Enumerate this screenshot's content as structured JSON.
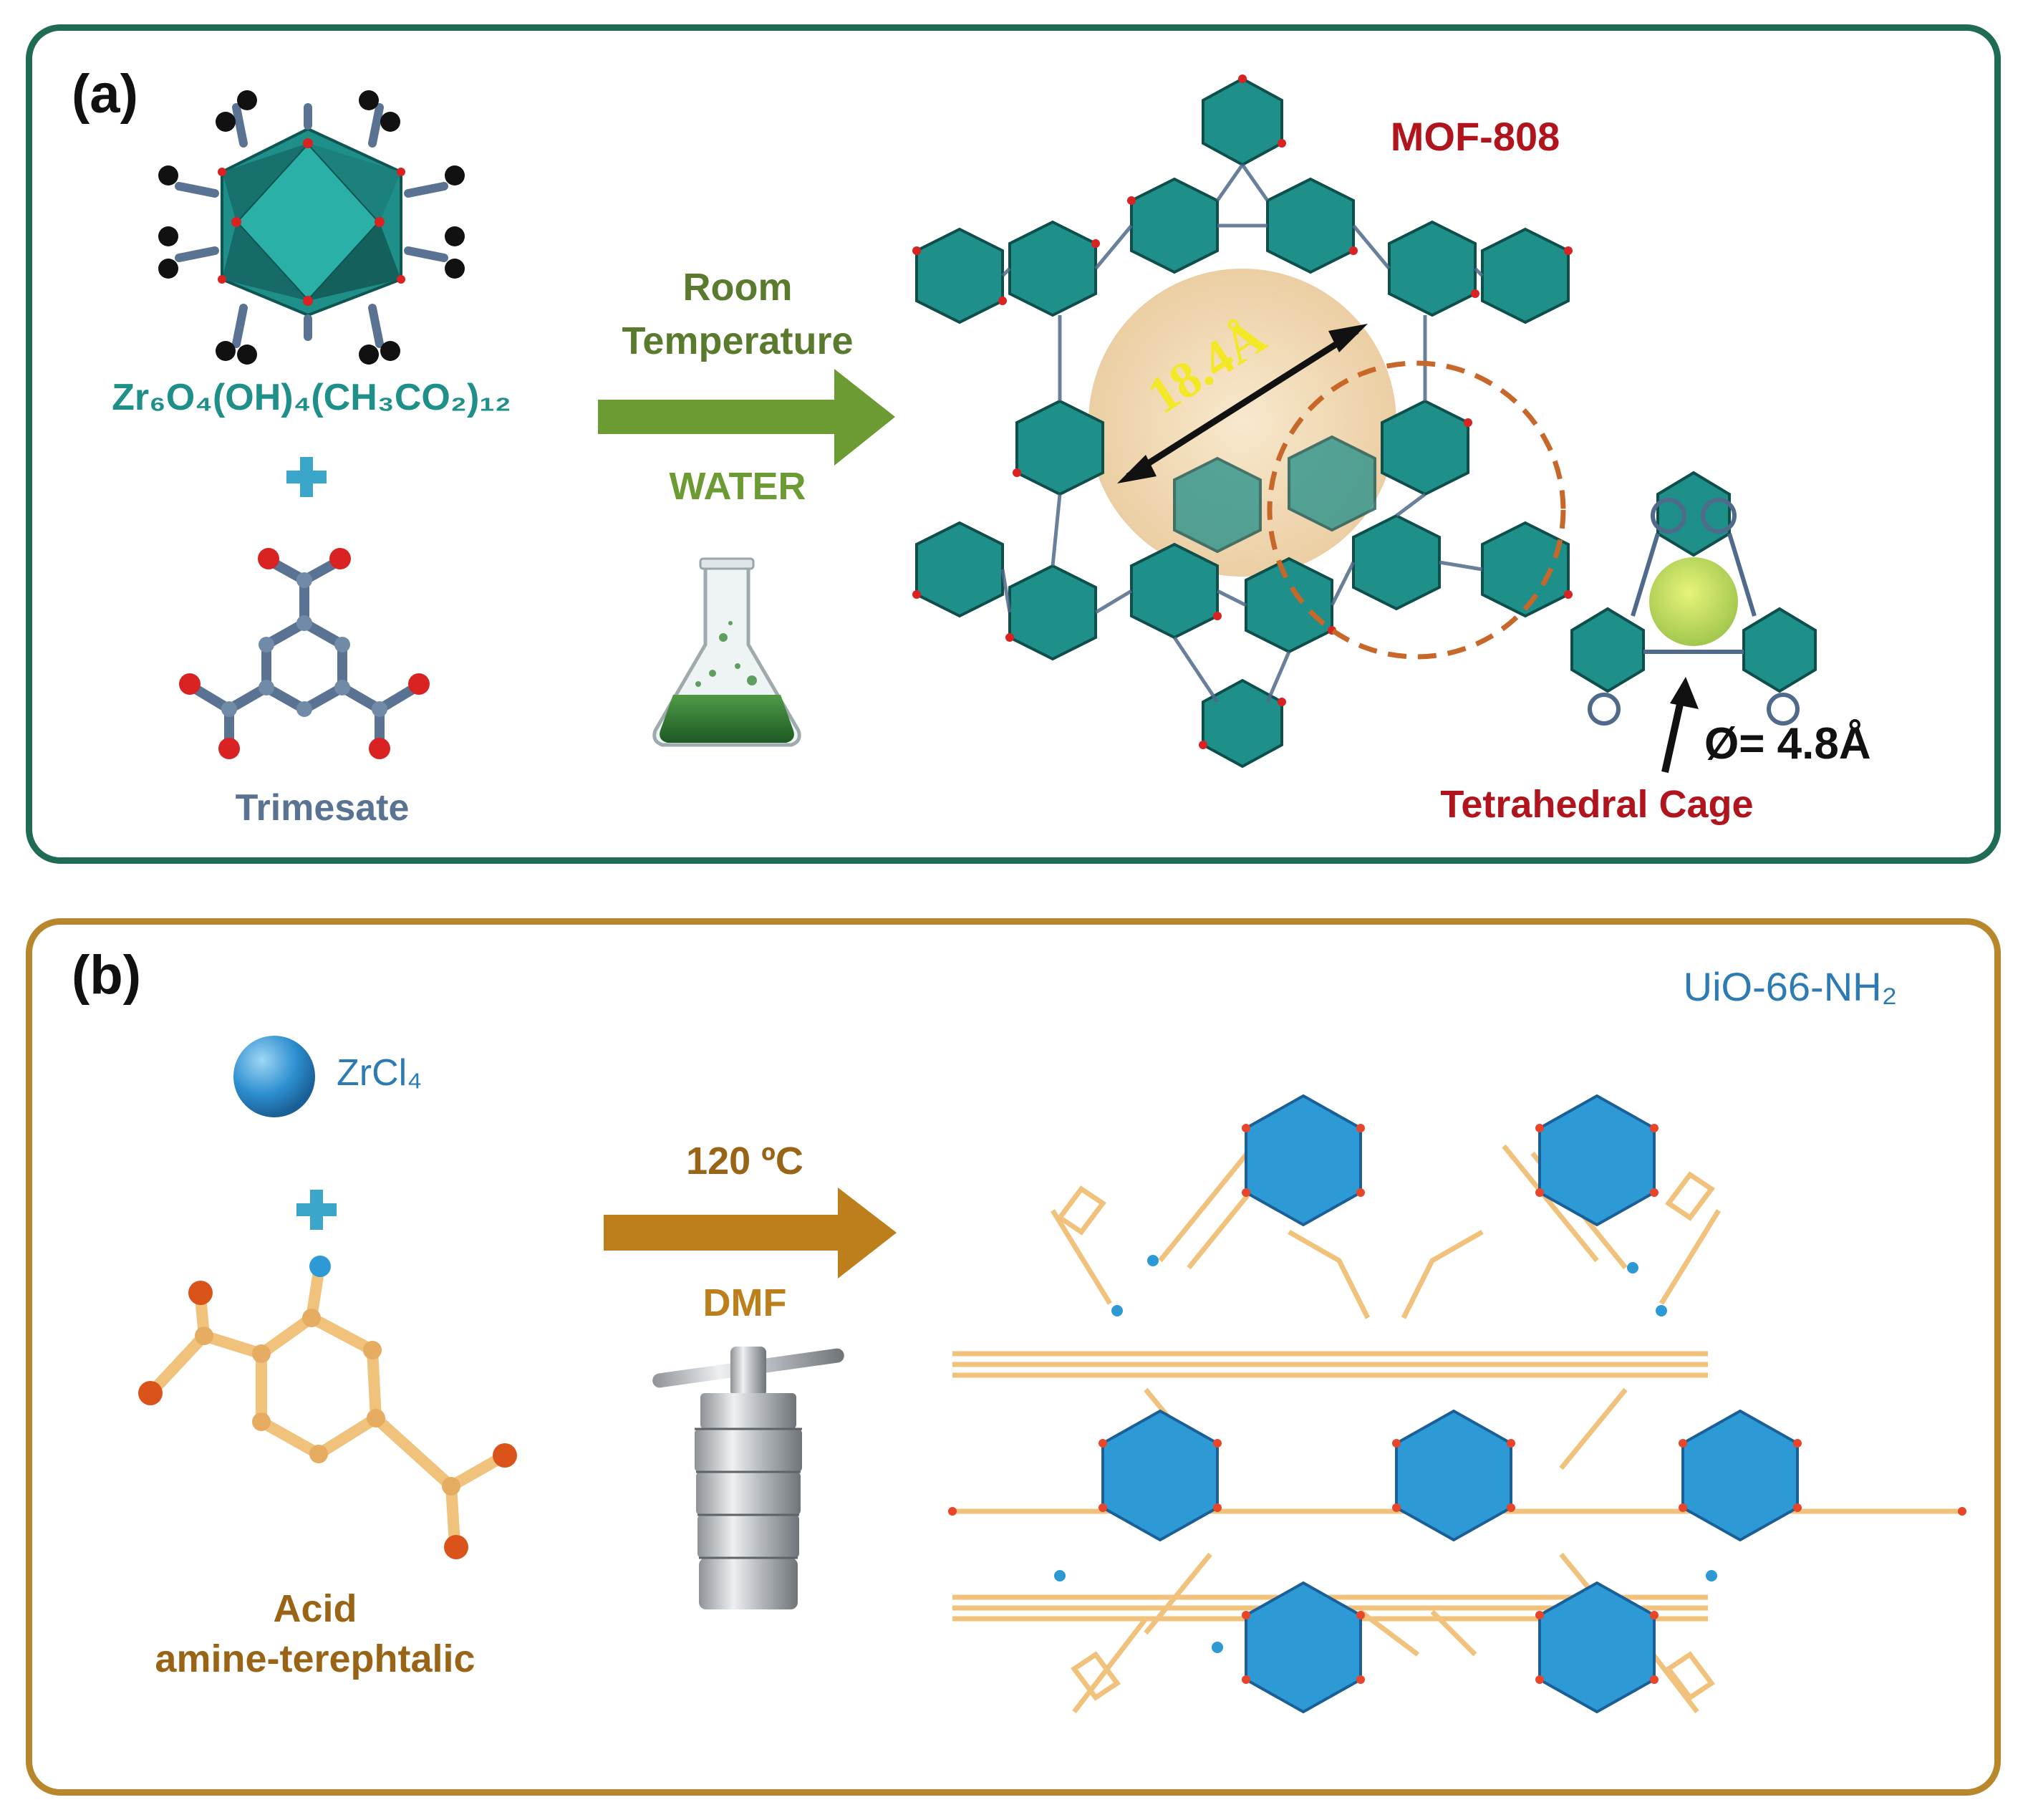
{
  "colors": {
    "panel_a_border": "#1f6b55",
    "panel_b_border": "#b8862b",
    "teal": "#1f8f8a",
    "teal_dark": "#166b68",
    "oxygen_red": "#d92222",
    "linker_grey": "#5a7392",
    "green_text": "#5a7a2e",
    "green_arrow": "#6c9a33",
    "dark_red_text": "#b0141c",
    "blue_text": "#2c7bb5",
    "zr_blue": "#2d9ad6",
    "tan_linker": "#f0c27c",
    "orange_o": "#d9531a",
    "brown_text": "#9a6417",
    "brown_arrow": "#bc7f1c",
    "plus_blue": "#3aa6c9",
    "cage_fill": "#f2dcb8",
    "dashed_circle": "#c8672a",
    "yellow_text": "#f2e826"
  },
  "panel_a": {
    "label": "(a)",
    "precursor_formula": "Zr₆O₄(OH)₄(CH₃CO₂)₁₂",
    "plus": "+",
    "linker_name": "Trimesate",
    "condition_top_line1": "Room",
    "condition_top_line2": "Temperature",
    "condition_bottom": "WATER",
    "product_name": "MOF-808",
    "pore_size": "18.4Å",
    "window_size": "Ø= 4.8Å",
    "cage_name": "Tetrahedral Cage",
    "icons": [
      "zr6-cluster-icon",
      "trimesate-molecule-icon",
      "flask-icon",
      "mof808-structure-icon",
      "tetrahedral-cage-icon"
    ]
  },
  "panel_b": {
    "label": "(b)",
    "metal_source": "ZrCl₄",
    "plus": "+",
    "linker_line1": "Acid",
    "linker_line2": "amine-terephtalic",
    "condition_top": "120 ºC",
    "condition_bottom": "DMF",
    "product_name": "UiO-66-NH₂",
    "icons": [
      "zr-sphere-icon",
      "aminoterephthalic-molecule-icon",
      "autoclave-icon",
      "uio66-structure-icon"
    ]
  }
}
